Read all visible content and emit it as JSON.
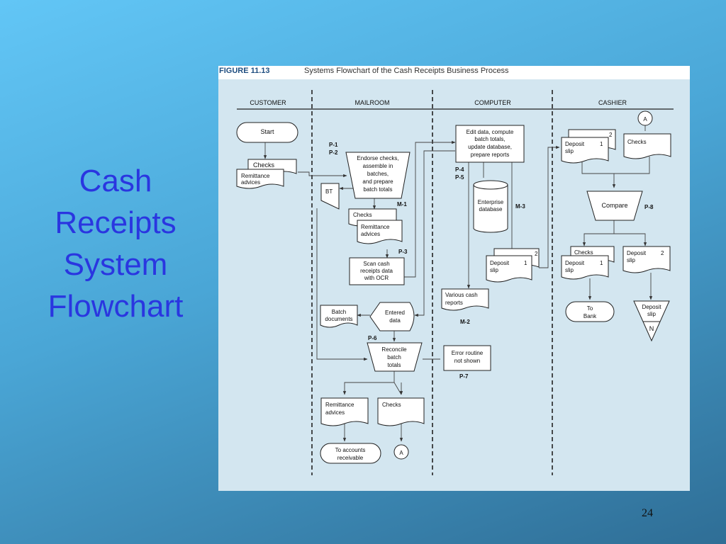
{
  "slide": {
    "title_lines": [
      "Cash",
      "Receipts",
      "System",
      "Flowchart"
    ],
    "page_number": "24"
  },
  "figure": {
    "number": "FIGURE 11.13",
    "caption": "Systems Flowchart of the Cash Receipts Business Process",
    "lanes": [
      "CUSTOMER",
      "MAILROOM",
      "COMPUTER",
      "CASHIER"
    ],
    "nodes": {
      "start": "Start",
      "checks_customer": "Checks",
      "remittance_customer": [
        "Remittance",
        "advices"
      ],
      "endorse": [
        "Endorse checks,",
        "assemble in",
        "batches,",
        "and prepare",
        "batch totals"
      ],
      "bt": "BT",
      "checks_mailroom": "Checks",
      "remittance_mailroom": [
        "Remittance",
        "advices"
      ],
      "scan": [
        "Scan cash",
        "receipts data",
        "with OCR"
      ],
      "batch_documents": [
        "Batch",
        "documents"
      ],
      "entered_data": [
        "Entered",
        "data"
      ],
      "reconcile": [
        "Reconcile",
        "batch",
        "totals"
      ],
      "error_routine": [
        "Error routine",
        "not shown"
      ],
      "remittance_out": [
        "Remittance",
        "advices"
      ],
      "checks_out": "Checks",
      "to_ar": [
        "To accounts",
        "receivable"
      ],
      "connector_a_out": "A",
      "edit_data": [
        "Edit data, compute",
        "batch totals,",
        "update database,",
        "prepare reports"
      ],
      "enterprise_db": [
        "Enterprise",
        "database"
      ],
      "deposit_slip_computer": [
        "Deposit",
        "slip"
      ],
      "copy_1": "1",
      "copy_2": "2",
      "various_reports": [
        "Various cash",
        "reports"
      ],
      "connector_a_in": "A",
      "deposit_slip_cashier": [
        "Deposit",
        "slip"
      ],
      "checks_cashier": "Checks",
      "compare": "Compare",
      "checks_split": "Checks",
      "deposit_slip_split": [
        "Deposit",
        "slip"
      ],
      "deposit_slip_2": [
        "Deposit",
        "slip"
      ],
      "to_bank": [
        "To",
        "Bank"
      ],
      "deposit_slip_file": [
        "Deposit",
        "slip"
      ],
      "file_n": "N"
    },
    "labels": {
      "p1": "P-1",
      "p2": "P-2",
      "p3": "P-3",
      "p4": "P-4",
      "p5": "P-5",
      "p6": "P-6",
      "p7": "P-7",
      "p8": "P-8",
      "m1": "M-1",
      "m2": "M-2",
      "m3": "M-3"
    }
  }
}
